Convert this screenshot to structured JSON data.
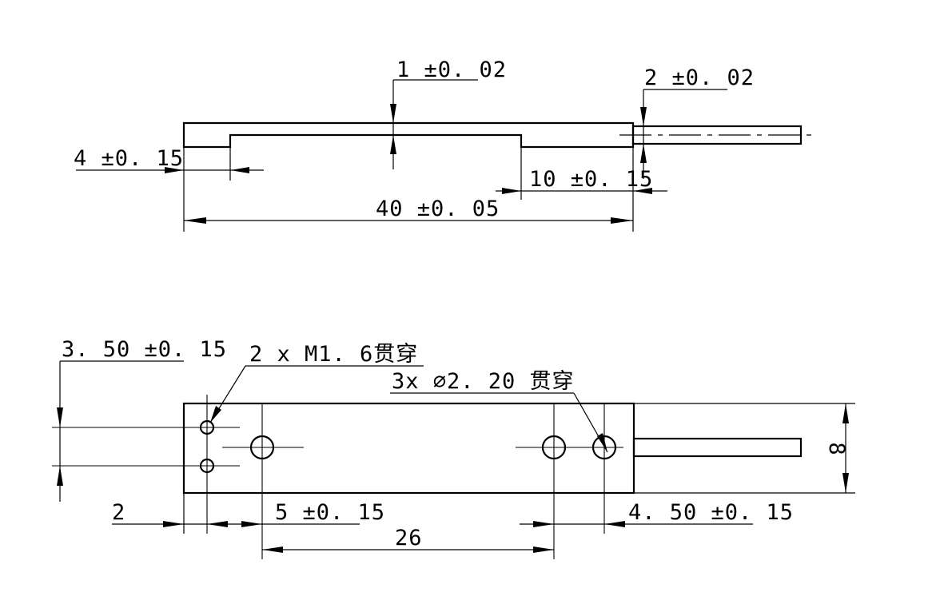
{
  "dimensions": {
    "top_depth": "1 ±0. 02",
    "top_wire_thickness": "2 ±0. 02",
    "top_left_step": "4 ±0. 15",
    "top_right_step": "10 ±0. 15",
    "top_length": "40 ±0. 05",
    "bottom_hole_spacing": "3. 50 ±0. 15",
    "bottom_thread_callout": "2 x  M1. 6贯穿",
    "bottom_bore_callout": "3x ⌀2. 20 贯穿",
    "bottom_width": "8",
    "bottom_left_offset": "2",
    "bottom_hole_offset": "5 ±0. 15",
    "bottom_right_offset": "4. 50 ±0. 15",
    "bottom_hole_pitch": "26"
  }
}
